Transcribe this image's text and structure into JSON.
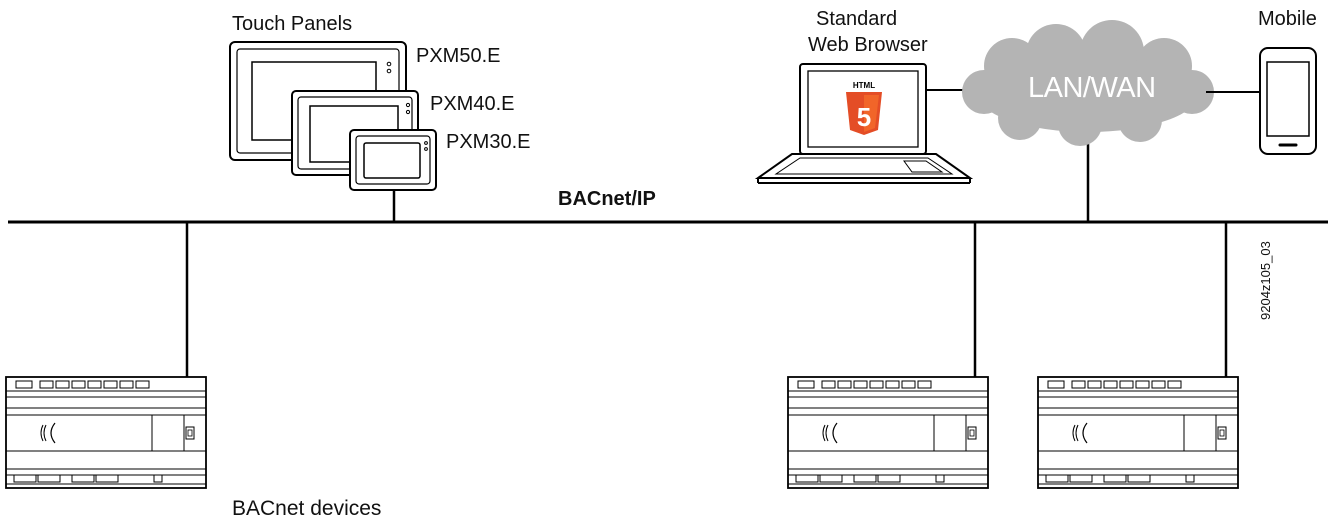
{
  "labels": {
    "touch_panels": "Touch Panels",
    "pxm50": "PXM50.E",
    "pxm40": "PXM40.E",
    "pxm30": "PXM30.E",
    "browser_line1": "Standard",
    "browser_line2": "Web Browser",
    "html_badge": "HTML",
    "html_version": "5",
    "lan_wan": "LAN/WAN",
    "mobile": "Mobile",
    "bacnet_ip": "BACnet/IP",
    "bacnet_devices": "BACnet devices",
    "figure_id": "9204z105_03"
  },
  "colors": {
    "line": "#000000",
    "cloud": "#b4b4b4",
    "html5_orange": "#e44d26",
    "html5_light": "#f16529"
  }
}
